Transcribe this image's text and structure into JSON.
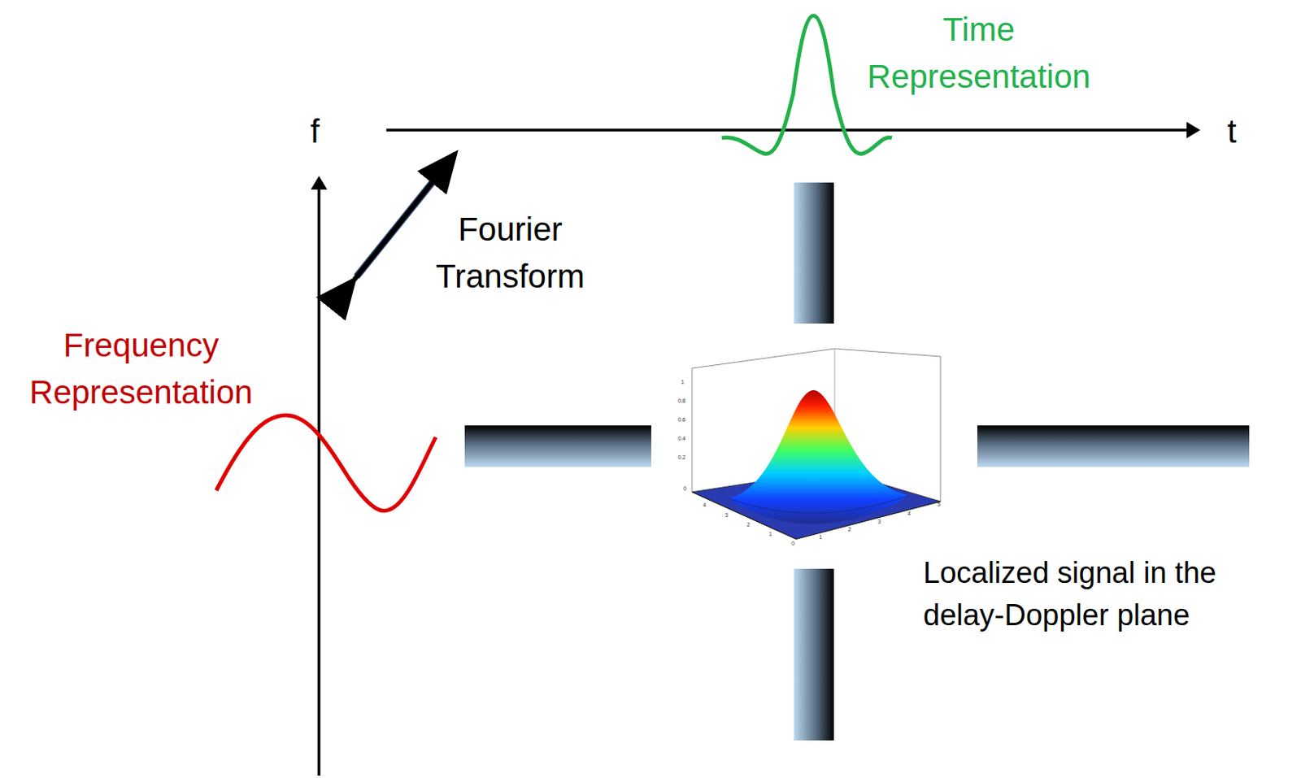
{
  "diagram": {
    "labels": [
      "Time Representation",
      "f",
      "t",
      "Fourier Transform",
      "Frequency Representation",
      "Localized signal in the delay-Doppler plane",
      "1",
      "0.8",
      "0.6",
      "0.4",
      "0.2",
      "0",
      "4",
      "3",
      "2",
      "1",
      "0",
      "1",
      "2",
      "3",
      "4",
      "5"
    ]
  }
}
